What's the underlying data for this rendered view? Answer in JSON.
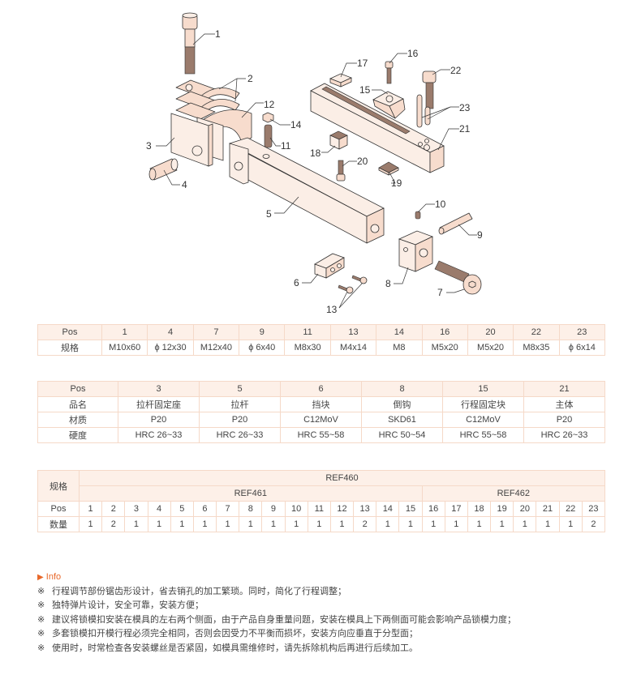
{
  "callouts": {
    "p1": "1",
    "p2": "2",
    "p3": "3",
    "p4": "4",
    "p5": "5",
    "p6": "6",
    "p7": "7",
    "p8": "8",
    "p9": "9",
    "p10": "10",
    "p11": "11",
    "p12": "12",
    "p13": "13",
    "p14": "14",
    "p15": "15",
    "p16": "16",
    "p17": "17",
    "p18": "18",
    "p19": "19",
    "p20": "20",
    "p21": "21",
    "p22": "22",
    "p23": "23"
  },
  "spec_table": {
    "row_labels": [
      "Pos",
      "规格"
    ],
    "pos": [
      "1",
      "4",
      "7",
      "9",
      "11",
      "13",
      "14",
      "16",
      "20",
      "22",
      "23"
    ],
    "spec": [
      "M10x60",
      "ϕ 12x30",
      "M12x40",
      "ϕ 6x40",
      "M8x30",
      "M4x14",
      "M8",
      "M5x20",
      "M5x20",
      "M8x35",
      "ϕ 6x14"
    ]
  },
  "material_table": {
    "row_labels": [
      "Pos",
      "品名",
      "材质",
      "硬度"
    ],
    "columns": [
      {
        "pos": "3",
        "name": "拉杆固定座",
        "material": "P20",
        "hardness": "HRC 26~33"
      },
      {
        "pos": "5",
        "name": "拉杆",
        "material": "P20",
        "hardness": "HRC 26~33"
      },
      {
        "pos": "6",
        "name": "挡块",
        "material": "C12MoV",
        "hardness": "HRC 55~58"
      },
      {
        "pos": "8",
        "name": "倒钩",
        "material": "SKD61",
        "hardness": "HRC 50~54"
      },
      {
        "pos": "15",
        "name": "行程固定块",
        "material": "C12MoV",
        "hardness": "HRC 55~58"
      },
      {
        "pos": "21",
        "name": "主体",
        "material": "P20",
        "hardness": "HRC 26~33"
      }
    ]
  },
  "qty_table": {
    "spec_label": "规格",
    "pos_label": "Pos",
    "qty_label": "数量",
    "ref_all": "REF460",
    "ref_a": "REF461",
    "ref_b": "REF462",
    "pos": [
      "1",
      "2",
      "3",
      "4",
      "5",
      "6",
      "7",
      "8",
      "9",
      "10",
      "11",
      "12",
      "13",
      "14",
      "15",
      "16",
      "17",
      "18",
      "19",
      "20",
      "21",
      "22",
      "23"
    ],
    "qty": [
      "1",
      "2",
      "1",
      "1",
      "1",
      "1",
      "1",
      "1",
      "1",
      "1",
      "1",
      "1",
      "2",
      "1",
      "1",
      "1",
      "1",
      "1",
      "1",
      "1",
      "1",
      "1",
      "2"
    ]
  },
  "info": {
    "title": "Info",
    "bullet": "※",
    "items": [
      "行程调节部份锯齿形设计，省去销孔的加工繁琐。同时，简化了行程调整；",
      "独特弹片设计，安全可靠，安装方便；",
      "建议将锁模扣安装在模具的左右两个侧面，由于产品自身重量问题，安装在模具上下两侧面可能会影响产品锁模力度；",
      "多套锁模扣开模行程必须完全相同，否则会因受力不平衡而损坏，安装方向应垂直于分型面；",
      "使用时，时常检查各安装螺丝是否紧固，如模具需维修时，请先拆除机构后再进行后续加工。"
    ]
  },
  "colors": {
    "accent": "#e8682a",
    "header_bg": "#fdf0e8",
    "border": "#f5d9c8",
    "part": "#f7dccd"
  }
}
